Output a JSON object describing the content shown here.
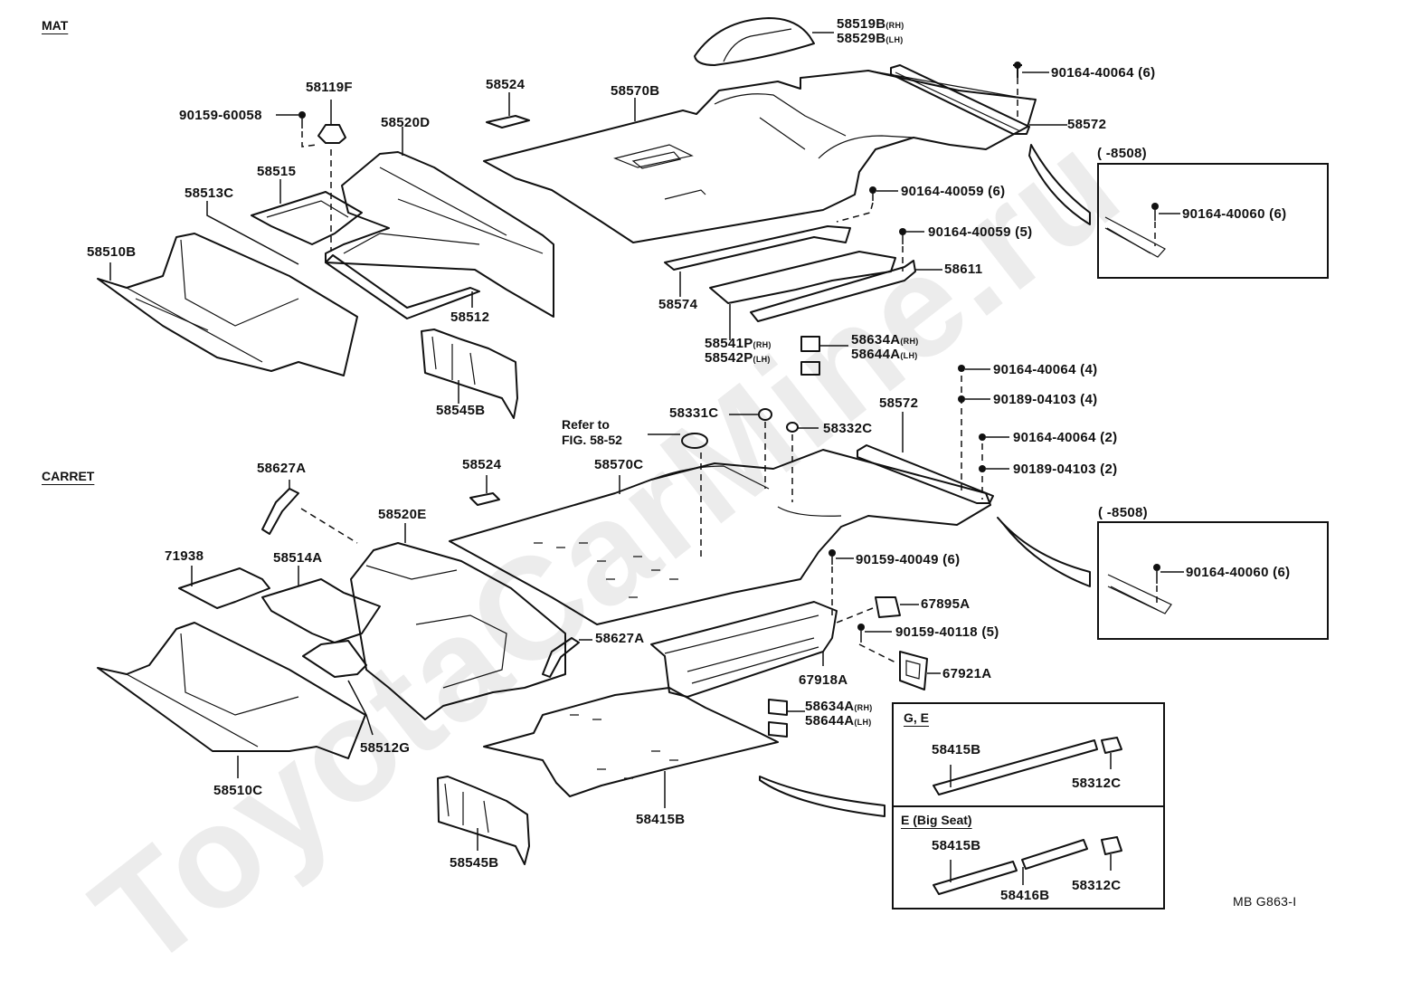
{
  "watermark": "ToyotaCarMine.ru",
  "sections": {
    "mat": "MAT",
    "carpet": "CARRET"
  },
  "figure_code": "MB G863-I",
  "reference_note": {
    "line1": "Refer to",
    "line2": "FIG. 58-52"
  },
  "mat_parts": [
    {
      "id": "58519B",
      "suffix": "(RH)"
    },
    {
      "id": "58529B",
      "suffix": "(LH)"
    },
    {
      "id": "90164-40064 (6)"
    },
    {
      "id": "58572"
    },
    {
      "id": "58524"
    },
    {
      "id": "58570B"
    },
    {
      "id": "58119F"
    },
    {
      "id": "90159-60058"
    },
    {
      "id": "58520D"
    },
    {
      "id": "58515"
    },
    {
      "id": "58513C"
    },
    {
      "id": "58510B"
    },
    {
      "id": "58512"
    },
    {
      "id": "58545B"
    },
    {
      "id": "90164-40059 (6)"
    },
    {
      "id": "90164-40059 (5)"
    },
    {
      "id": "58611"
    },
    {
      "id": "58574"
    },
    {
      "id": "58541P",
      "suffix": "(RH)"
    },
    {
      "id": "58542P",
      "suffix": "(LH)"
    },
    {
      "id": "58634A",
      "suffix": "(RH)"
    },
    {
      "id": "58644A",
      "suffix": "(LH)"
    }
  ],
  "mat_inset": {
    "title": "(        -8508)",
    "part": "90164-40060 (6)"
  },
  "carpet_parts": [
    {
      "id": "90164-40064 (4)"
    },
    {
      "id": "90189-04103 (4)"
    },
    {
      "id": "90164-40064 (2)"
    },
    {
      "id": "90189-04103 (2)"
    },
    {
      "id": "58572"
    },
    {
      "id": "58331C"
    },
    {
      "id": "58332C"
    },
    {
      "id": "58627A"
    },
    {
      "id": "58524"
    },
    {
      "id": "58570C"
    },
    {
      "id": "58520E"
    },
    {
      "id": "71938"
    },
    {
      "id": "58514A"
    },
    {
      "id": "58627A"
    },
    {
      "id": "90159-40049 (6)"
    },
    {
      "id": "67895A"
    },
    {
      "id": "90159-40118 (5)"
    },
    {
      "id": "67918A"
    },
    {
      "id": "67921A"
    },
    {
      "id": "58634A",
      "suffix": "(RH)"
    },
    {
      "id": "58644A",
      "suffix": "(LH)"
    },
    {
      "id": "58512G"
    },
    {
      "id": "58510C"
    },
    {
      "id": "58415B"
    },
    {
      "id": "58545B"
    }
  ],
  "carpet_inset": {
    "title": "(        -8508)",
    "part": "90164-40060 (6)"
  },
  "variant_box": {
    "ge": {
      "title": "G, E",
      "parts": [
        "58415B",
        "58312C"
      ]
    },
    "big_seat": {
      "title": "E (Big Seat)",
      "parts": [
        "58415B",
        "58416B",
        "58312C"
      ]
    }
  }
}
